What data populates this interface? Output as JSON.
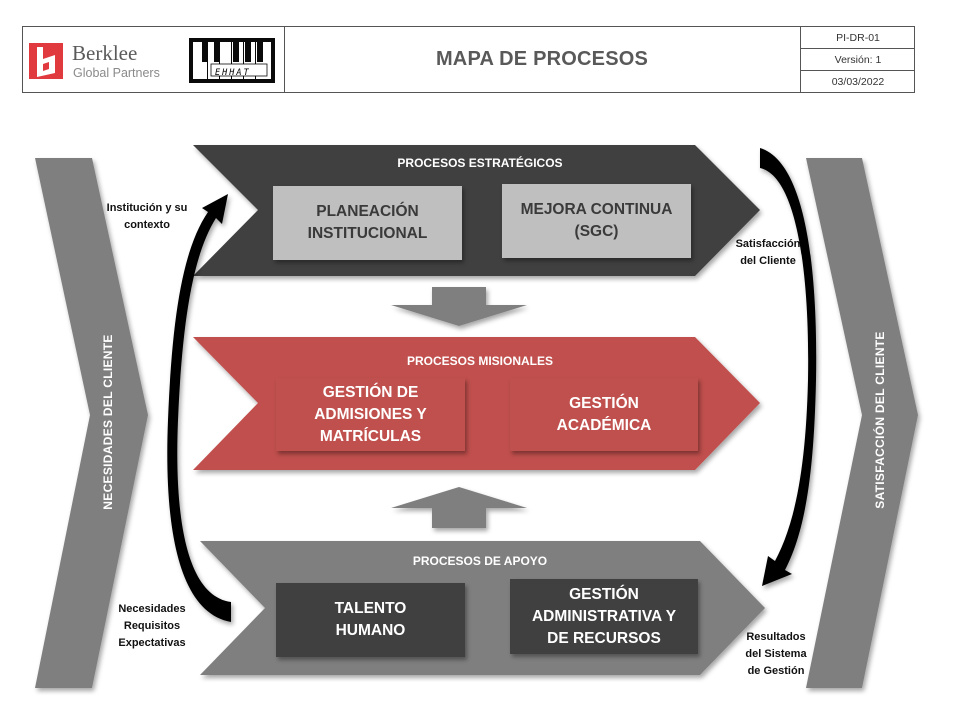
{
  "header": {
    "logo_primary": {
      "icon": "berklee-logo-icon",
      "name": "Berklee",
      "subtitle": "Global Partners",
      "color": "#e03a3e"
    },
    "logo_secondary": {
      "icon": "piano-keys-logo-icon",
      "text": "EHHAT"
    },
    "title": "MAPA DE PROCESOS",
    "code": "PI-DR-01",
    "version": "Versión: 1",
    "date": "03/03/2022"
  },
  "inputs": {
    "side_label": "NECESIDADES DEL CLIENTE",
    "top_annotation_line1": "Institución  y su",
    "top_annotation_line2": "contexto",
    "bottom_annotation_lines": [
      "Necesidades",
      "Requisitos",
      "Expectativas"
    ]
  },
  "outputs": {
    "side_label": "SATISFACCIÓN DEL CLIENTE",
    "top_annotation_line1": "Satisfacción",
    "top_annotation_line2": "del Cliente",
    "bottom_annotation_lines": [
      "Resultados",
      "del Sistema",
      "de Gestión"
    ]
  },
  "bands": {
    "strategic": {
      "title": "PROCESOS ESTRATÉGICOS",
      "color": "#404040",
      "processes": [
        {
          "line1": "PLANEACIÓN",
          "line2": "INSTITUCIONAL"
        },
        {
          "line1": "MEJORA CONTINUA",
          "line2": "(SGC)"
        }
      ]
    },
    "missional": {
      "title": "PROCESOS MISIONALES",
      "color": "#c0504d",
      "processes": [
        {
          "line1": "GESTIÓN DE",
          "line2": "ADMISIONES Y",
          "line3": "MATRÍCULAS"
        },
        {
          "line1": "GESTIÓN",
          "line2": "ACADÉMICA"
        }
      ]
    },
    "support": {
      "title": "PROCESOS DE APOYO",
      "color": "#7f7f7f",
      "processes": [
        {
          "line1": "TALENTO",
          "line2": "HUMANO"
        },
        {
          "line1": "GESTIÓN",
          "line2": "ADMINISTRATIVA Y",
          "line3": "DE RECURSOS"
        }
      ]
    }
  },
  "colors": {
    "side_chevron": "#7f7f7f",
    "connector_arrow": "#7f7f7f",
    "flow_arrow": "#000000"
  }
}
